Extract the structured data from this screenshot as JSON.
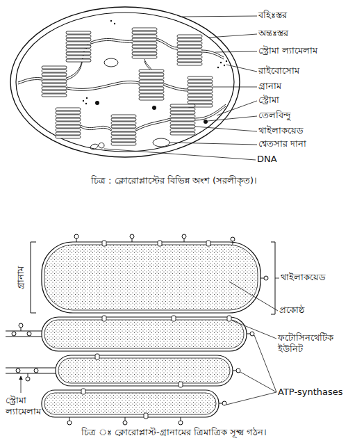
{
  "diagram": {
    "caption": "চিত্র : ক্লোরোপ্লাস্টের বিভিন্ন অংশ (সরলীকৃত)।",
    "labels": [
      "বহিঃস্তর",
      "অন্তঃস্তর",
      "স্ট্রোমা ল্যামেলাম",
      "রাইবোসোম",
      "গ্রানাম",
      "স্ট্রোমা",
      "তেলবিন্দু",
      "থাইলাকয়েড",
      "শ্বেতসার দানা",
      "DNA",
      "থাইলাকয়েড",
      "গ্রানাম",
      "প্রকোষ্ঠ",
      "ফটোসিনথেটিক ইউনিট",
      "ATP-synthases",
      "স্ট্রোমা ল্যামেলাম",
      "চিত্র ঃ ক্লোরোপ্লাস্ট-গ্রানামের ত্রিমাত্রিক সূক্ষ্ম গঠন।"
    ]
  }
}
